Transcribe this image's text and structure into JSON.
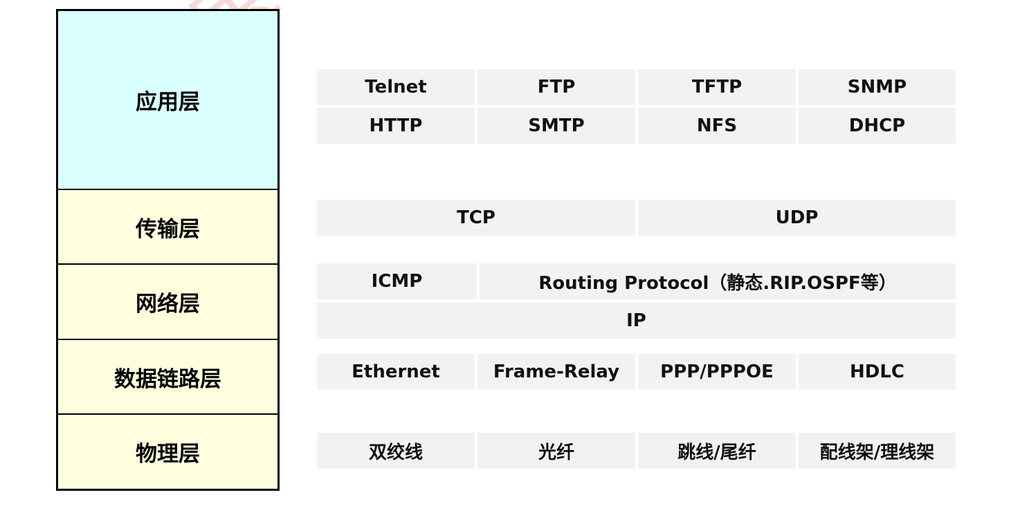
{
  "colors": {
    "app_layer": "#d9ffff",
    "lower_layer": "#ffffe0",
    "cell": "#f2f2f2",
    "watermark": "#f2c9c9"
  },
  "watermark": "淘宝",
  "layers": [
    {
      "label": "应用层"
    },
    {
      "label": "传输层"
    },
    {
      "label": "网络层"
    },
    {
      "label": "数据链路层"
    },
    {
      "label": "物理层"
    }
  ],
  "protocols": {
    "application": [
      "Telnet",
      "FTP",
      "TFTP",
      "SNMP",
      "HTTP",
      "SMTP",
      "NFS",
      "DHCP"
    ],
    "transport": [
      "TCP",
      "UDP"
    ],
    "network": [
      "ICMP",
      "Routing Protocol（静态.RIP.OSPF等）",
      "IP"
    ],
    "datalink": [
      "Ethernet",
      "Frame-Relay",
      "PPP/PPPOE",
      "HDLC"
    ],
    "physical": [
      "双绞线",
      "光纤",
      "跳线/尾纤",
      "配线架/理线架"
    ]
  }
}
